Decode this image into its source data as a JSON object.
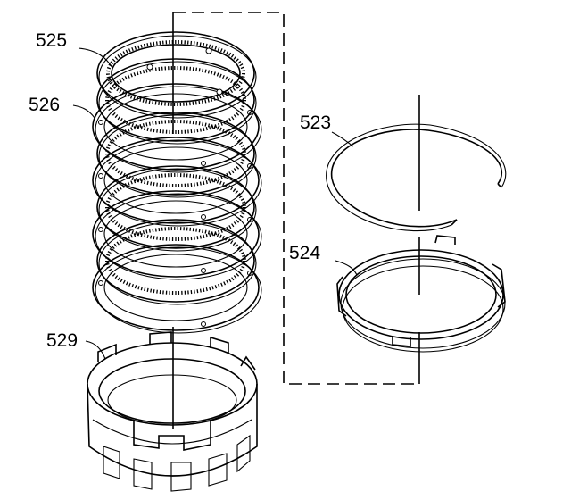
{
  "callouts": {
    "c525": "525",
    "c526": "526",
    "c523": "523",
    "c524": "524",
    "c529": "529"
  }
}
